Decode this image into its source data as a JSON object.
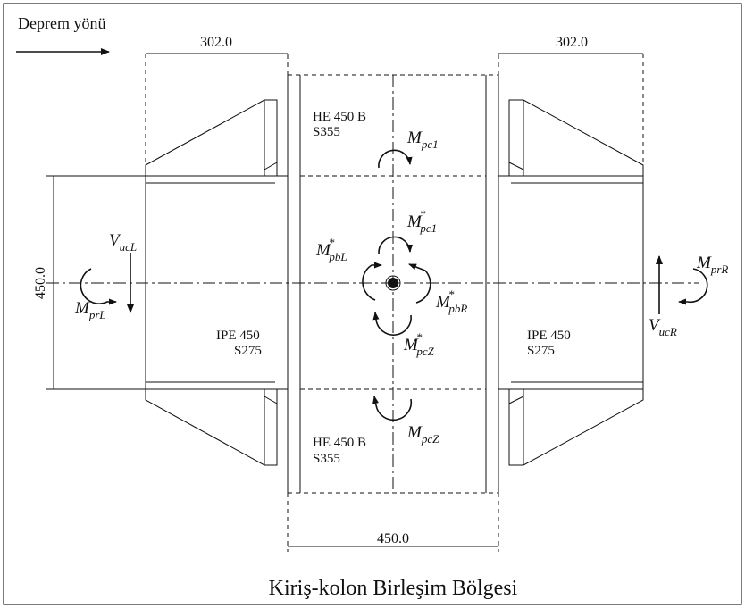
{
  "header": {
    "direction_label": "Deprem yönü"
  },
  "dimensions": {
    "left_beam_length": "302.0",
    "right_beam_length": "302.0",
    "beam_depth": "450.0",
    "column_width": "450.0"
  },
  "column": {
    "upper_section": "HE 450 B",
    "upper_steel": "S355",
    "lower_section": "HE 450 B",
    "lower_steel": "S355"
  },
  "beams": {
    "left_section": "IPE 450",
    "left_steel": "S275",
    "right_section": "IPE 450",
    "right_steel": "S275"
  },
  "moments": {
    "pc1": {
      "symbol": "M",
      "sub": "pc1",
      "star": ""
    },
    "pc1_star": {
      "symbol": "M",
      "sub": "pc1",
      "star": "*"
    },
    "pbL_star": {
      "symbol": "M",
      "sub": "pbL",
      "star": "*"
    },
    "pbR_star": {
      "symbol": "M",
      "sub": "pbR",
      "star": "*"
    },
    "pcZ_star": {
      "symbol": "M",
      "sub": "pcZ",
      "star": "*"
    },
    "pcZ": {
      "symbol": "M",
      "sub": "pcZ",
      "star": ""
    },
    "prL": {
      "symbol": "M",
      "sub": "prL",
      "star": ""
    },
    "prR": {
      "symbol": "M",
      "sub": "prR",
      "star": ""
    }
  },
  "shears": {
    "ucL": {
      "symbol": "V",
      "sub": "ucL"
    },
    "ucR": {
      "symbol": "V",
      "sub": "ucR"
    }
  },
  "caption": "Kiriş-kolon Birleşim Bölgesi"
}
